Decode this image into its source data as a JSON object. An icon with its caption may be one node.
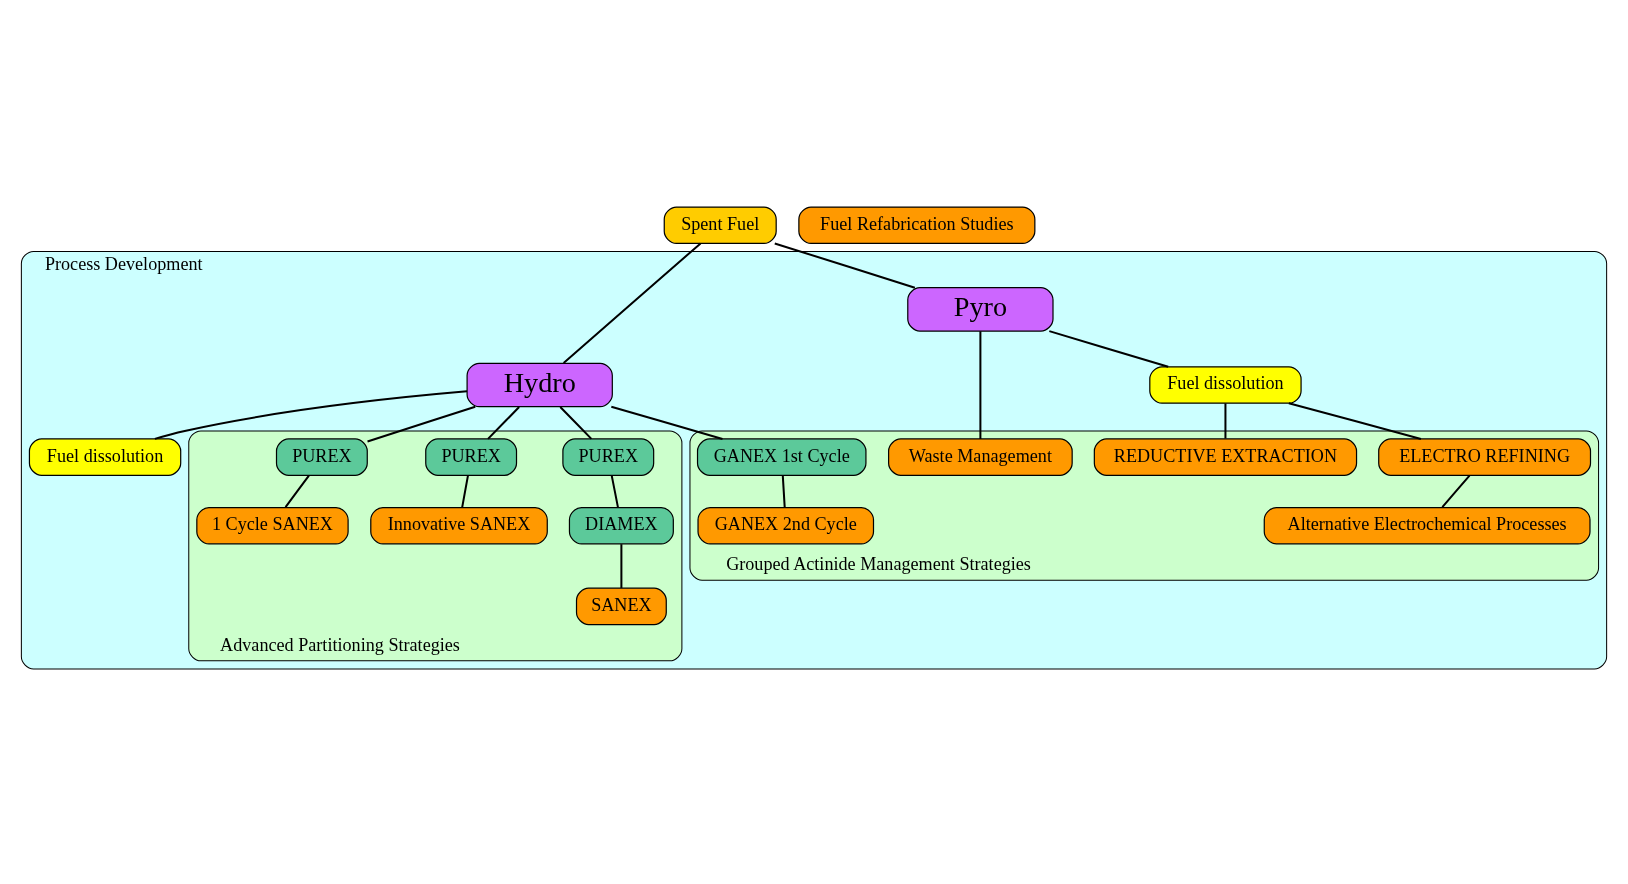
{
  "diagram": {
    "nodes": [
      {
        "text": [
          "Process Development"
        ]
      },
      {
        "text": [
          "Spent Fuel"
        ]
      },
      {
        "text": [
          "Hydro"
        ],
        "in": 0
      },
      {
        "text": [
          "Pyro"
        ],
        "in": 0
      },
      {
        "text": [
          "Fuel dissolution"
        ],
        "in": 0
      },
      {
        "text": [
          "Fuel dissolution"
        ],
        "in": 0
      },
      {
        "text": [
          "Advanced Partitioning Strategies"
        ],
        "in": 0
      },
      {
        "text": [
          "PUREX"
        ],
        "in": 6
      },
      {
        "text": [
          "DIAMEX"
        ],
        "in": 6
      },
      {
        "text": [
          "SANEX"
        ],
        "in": 6
      },
      {
        "text": [
          "PUREX"
        ],
        "in": 6
      },
      {
        "text": [
          "Innovative SANEX"
        ],
        "in": 6
      },
      {
        "text": [
          "PUREX"
        ],
        "in": 6
      },
      {
        "text": [
          "1 Cycle SANEX"
        ],
        "in": 6
      },
      {
        "text": [
          "Grouped Actinide Management Strategies"
        ],
        "in": 0
      },
      {
        "text": [
          "GANEX 1st Cycle"
        ],
        "in": 14
      },
      {
        "text": [
          "GANEX 2nd Cycle"
        ],
        "in": 14
      },
      {
        "text": [
          "ELECTRO REFINING"
        ],
        "in": 14
      },
      {
        "text": [
          "Alternative Electrochemical Processes"
        ],
        "in": 14
      },
      {
        "text": [
          "REDUCTIVE EXTRACTION"
        ],
        "in": 14
      },
      {
        "text": [
          "Waste Management"
        ],
        "in": 14
      },
      {
        "text": [
          "Fuel Refabrication Studies"
        ]
      }
    ],
    "edges": [
      {
        "from": 1,
        "to": 2,
        "arrow": "none"
      },
      {
        "from": 1,
        "to": 3,
        "arrow": "none"
      },
      {
        "from": 2,
        "to": 4,
        "arrow": "none"
      },
      {
        "from": 2,
        "to": 7,
        "arrow": "none"
      },
      {
        "from": 2,
        "to": 10,
        "arrow": "none"
      },
      {
        "from": 2,
        "to": 12,
        "arrow": "none"
      },
      {
        "from": 2,
        "to": 15,
        "arrow": "none"
      },
      {
        "from": 7,
        "to": 8,
        "arrow": "none"
      },
      {
        "from": 8,
        "to": 9,
        "arrow": "none"
      },
      {
        "from": 10,
        "to": 11,
        "arrow": "none"
      },
      {
        "from": 12,
        "to": 13,
        "arrow": "none"
      },
      {
        "from": 15,
        "to": 16,
        "arrow": "none"
      },
      {
        "from": 3,
        "to": 5,
        "arrow": "none"
      },
      {
        "from": 5,
        "to": 17,
        "arrow": "none"
      },
      {
        "from": 5,
        "to": 19,
        "arrow": "none"
      },
      {
        "from": 17,
        "to": 18,
        "arrow": "none"
      },
      {
        "from": 3,
        "to": 20,
        "arrow": "none"
      }
    ]
  }
}
